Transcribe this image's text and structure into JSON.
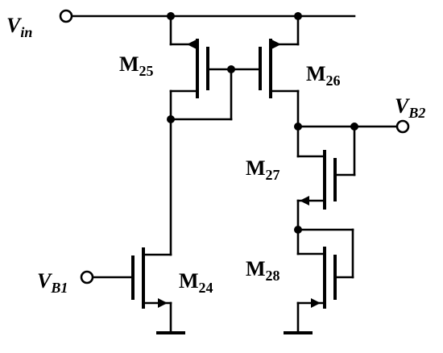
{
  "terminals": {
    "vin": {
      "main": "V",
      "sub": "in"
    },
    "vb1": {
      "main": "V",
      "sub": "B1"
    },
    "vb2": {
      "main": "V",
      "sub": "B2"
    }
  },
  "transistors": [
    {
      "id": "m25",
      "main": "M",
      "sub": "25",
      "type": "PMOS"
    },
    {
      "id": "m26",
      "main": "M",
      "sub": "26",
      "type": "PMOS"
    },
    {
      "id": "m27",
      "main": "M",
      "sub": "27",
      "type": "PMOS"
    },
    {
      "id": "m28",
      "main": "M",
      "sub": "28",
      "type": "NMOS"
    },
    {
      "id": "m24",
      "main": "M",
      "sub": "24",
      "type": "NMOS"
    }
  ],
  "colors": {
    "ink": "#000000",
    "background": "#ffffff"
  }
}
